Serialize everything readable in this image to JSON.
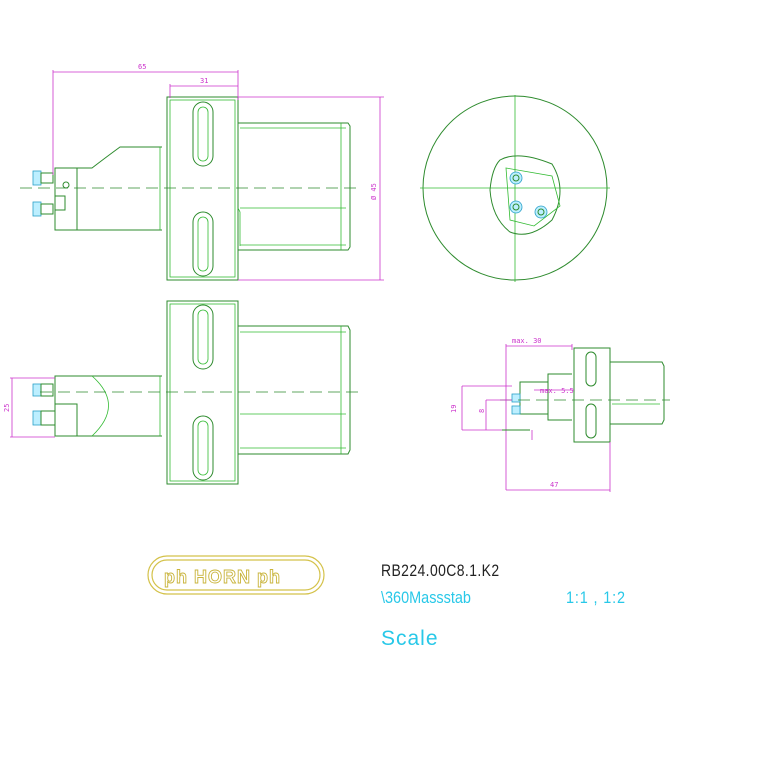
{
  "title_block": {
    "part_number": "RB224.00C8.1.K2",
    "scale_label": "\\360Massstab",
    "scale_ratios": "1:1 , 1:2",
    "scale_word": "Scale"
  },
  "logo": {
    "text": "ph HORN ph"
  },
  "dimensions": {
    "top_overall": "65",
    "top_flange": "31",
    "right_diameter": "Ø 45",
    "left_side_small": "25",
    "max_length": "max. 30",
    "max_side": "max. 5.5",
    "height_outer": "19",
    "height_inner": "8",
    "bottom_length": "47"
  },
  "colors": {
    "geometry": "#2e8b2e",
    "dimension": "#cc33cc",
    "connector": "#2aa0c8",
    "logo": "#c9b43c",
    "scale_text": "#28c8e8"
  }
}
